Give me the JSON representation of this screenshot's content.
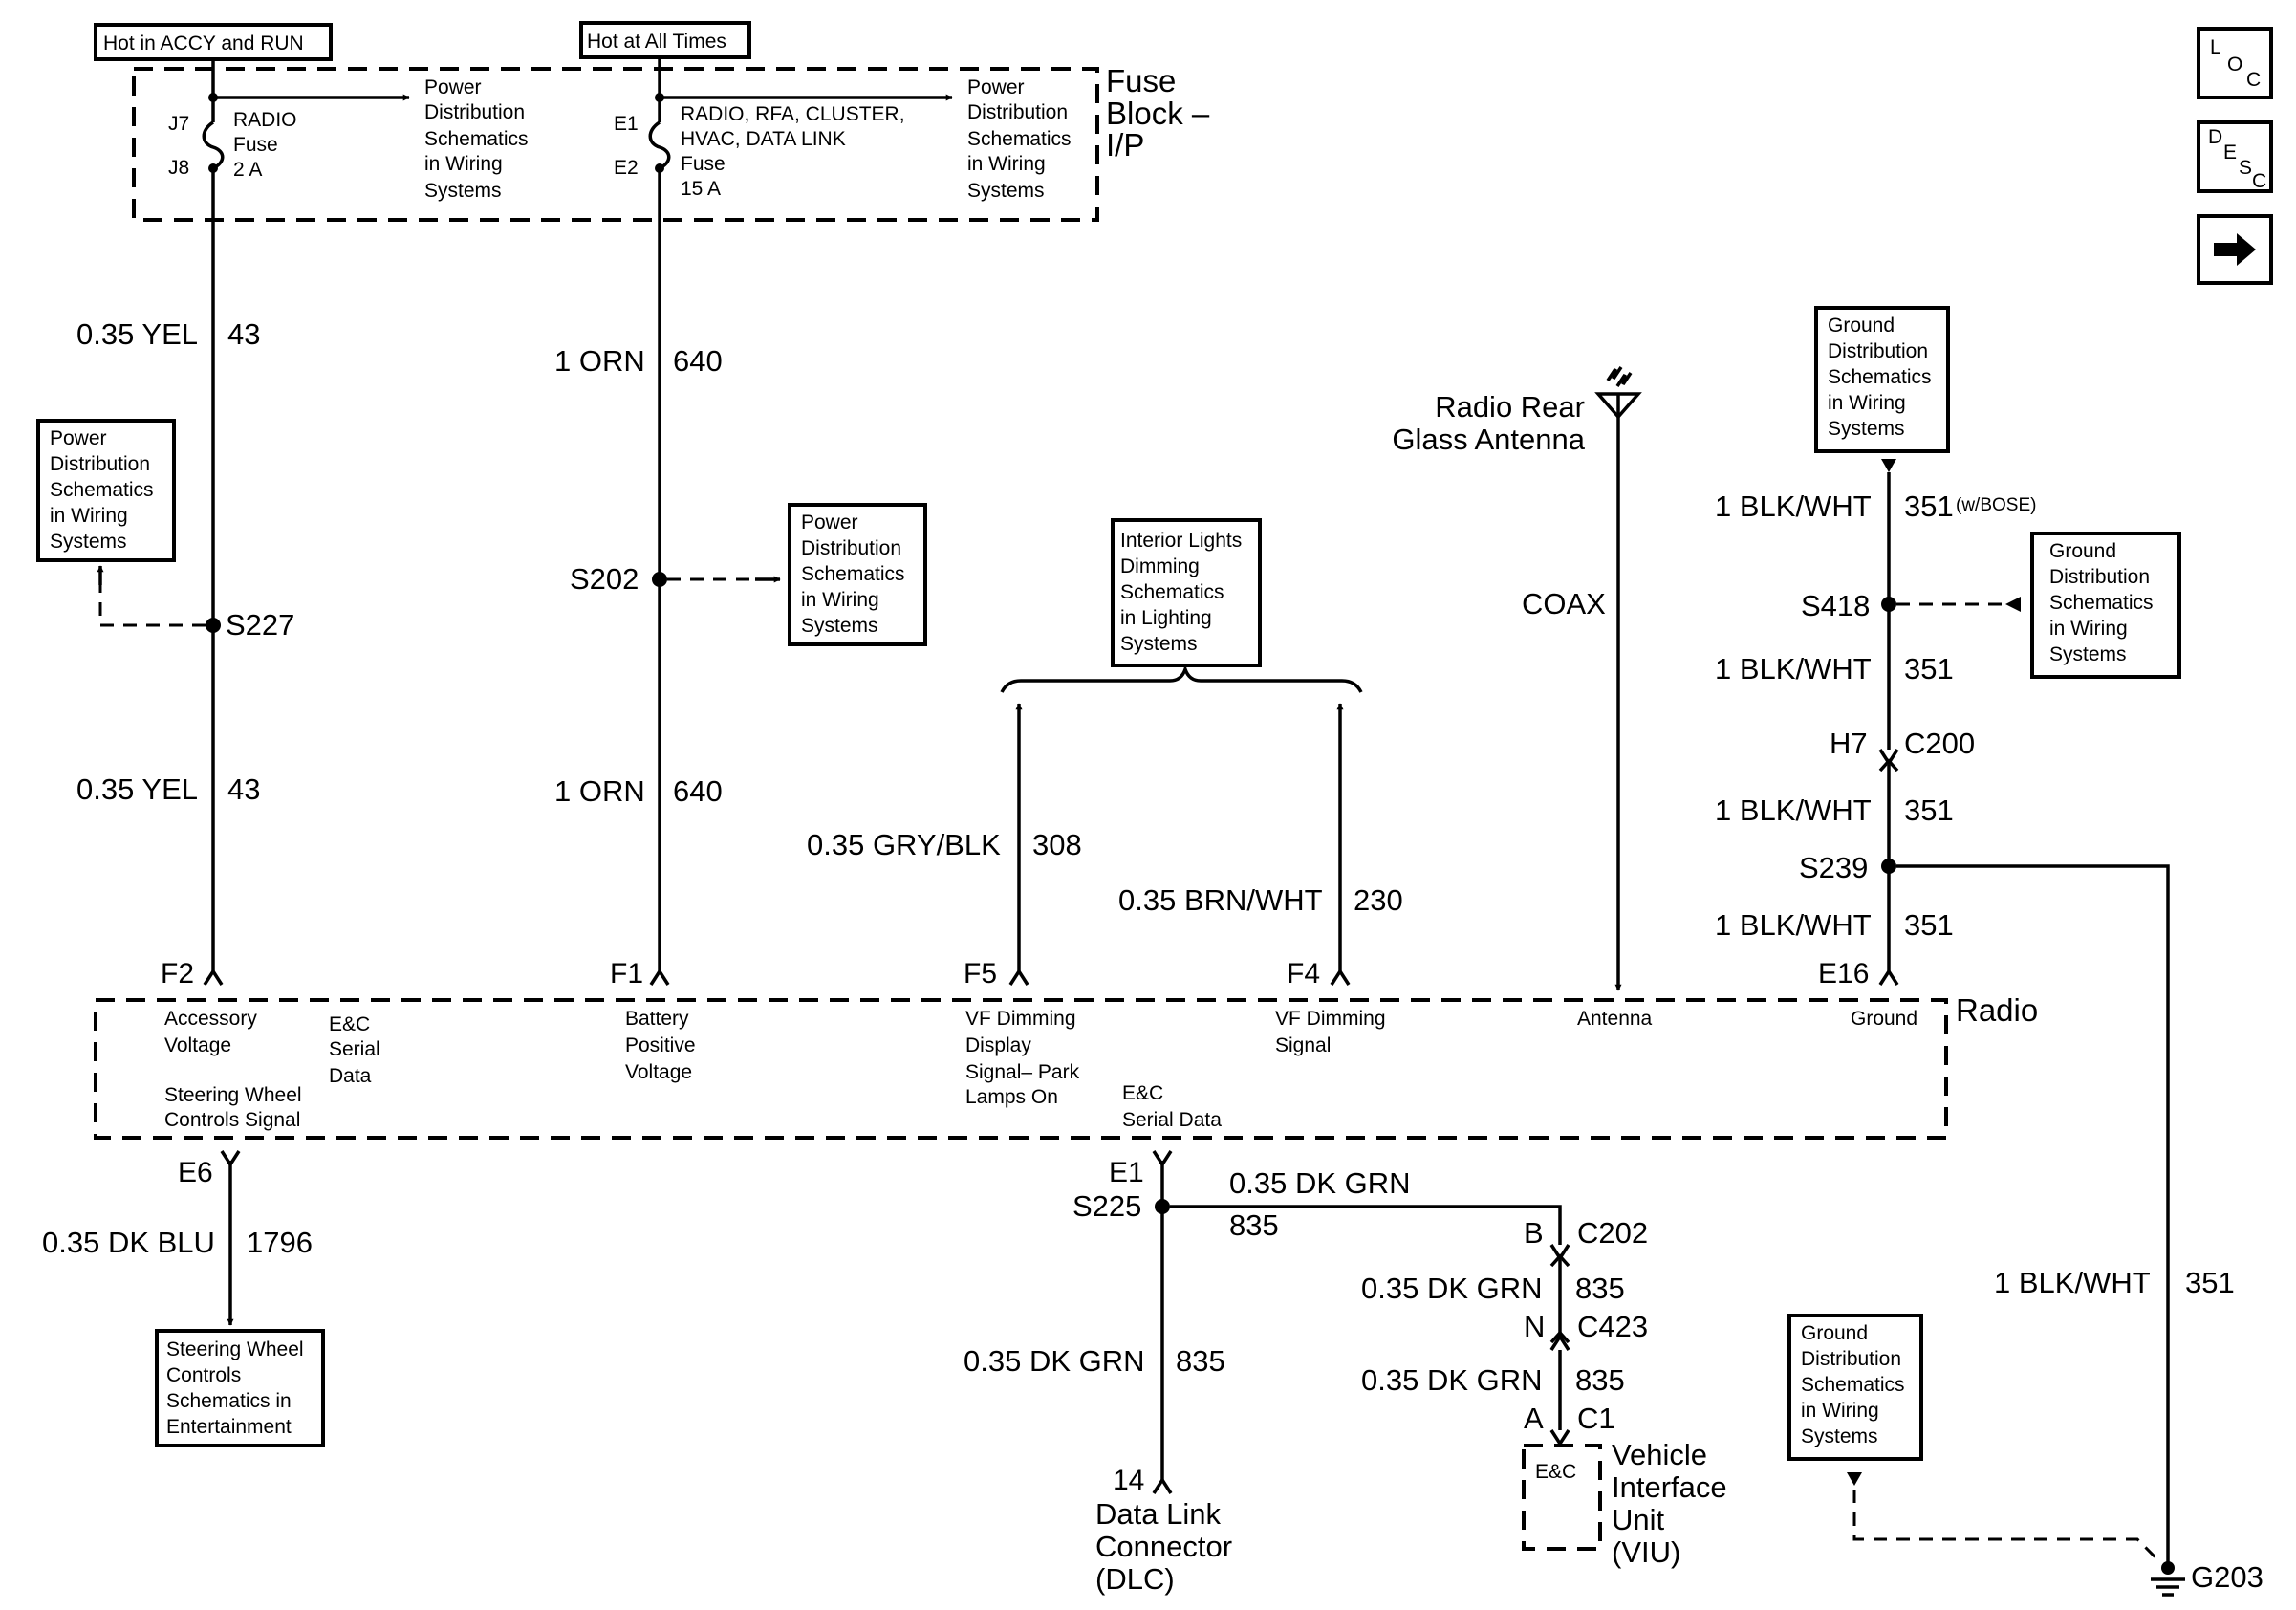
{
  "supply": {
    "accy_run": "Hot in ACCY and RUN",
    "all_times": "Hot at All Times"
  },
  "fuse_block": {
    "name_lines": [
      "Fuse",
      "Block –",
      "I/P"
    ],
    "radio_fuse": {
      "pin_top": "J7",
      "pin_bottom": "J8",
      "lines": [
        "RADIO",
        "Fuse",
        "2 A"
      ]
    },
    "main_fuse": {
      "pin_top": "E1",
      "pin_bottom": "E2",
      "lines": [
        "RADIO, RFA, CLUSTER,",
        "HVAC, DATA LINK",
        "Fuse",
        "15 A"
      ]
    },
    "power_ref_lines": [
      "Power",
      "Distribution",
      "Schematics",
      "in Wiring",
      "Systems"
    ]
  },
  "ref_boxes": {
    "power_left": [
      "Power",
      "Distribution",
      "Schematics",
      "in Wiring",
      "Systems"
    ],
    "power_s202": [
      "Power",
      "Distribution",
      "Schematics",
      "in Wiring",
      "Systems"
    ],
    "interior_lights": [
      "Interior Lights",
      "Dimming",
      "Schematics",
      "in Lighting",
      "Systems"
    ],
    "ground_top": [
      "Ground",
      "Distribution",
      "Schematics",
      "in Wiring",
      "Systems"
    ],
    "ground_s418": [
      "Ground",
      "Distribution",
      "Schematics",
      "in Wiring",
      "Systems"
    ],
    "ground_bottom": [
      "Ground",
      "Distribution",
      "Schematics",
      "in Wiring",
      "Systems"
    ],
    "steering": [
      "Steering Wheel",
      "Controls",
      "Schematics in",
      "Entertainment"
    ]
  },
  "wires": {
    "yel_a": {
      "color": "0.35 YEL",
      "circuit": "43"
    },
    "yel_b": {
      "color": "0.35 YEL",
      "circuit": "43"
    },
    "orn_a": {
      "color": "1 ORN",
      "circuit": "640"
    },
    "orn_b": {
      "color": "1 ORN",
      "circuit": "640"
    },
    "gry": {
      "color": "0.35 GRY/BLK",
      "circuit": "308"
    },
    "brn": {
      "color": "0.35 BRN/WHT",
      "circuit": "230"
    },
    "coax": "COAX",
    "blk_1": {
      "color": "1 BLK/WHT",
      "circuit": "351",
      "note": "(w/BOSE)"
    },
    "blk_2": {
      "color": "1 BLK/WHT",
      "circuit": "351"
    },
    "blk_3": {
      "color": "1 BLK/WHT",
      "circuit": "351"
    },
    "blk_4": {
      "color": "1 BLK/WHT",
      "circuit": "351"
    },
    "blk_g203": {
      "color": "1 BLK/WHT",
      "circuit": "351"
    },
    "blu": {
      "color": "0.35 DK BLU",
      "circuit": "1796"
    },
    "grn_top": {
      "color": "0.35 DK GRN",
      "circuit": "835"
    },
    "grn_dlc": {
      "color": "0.35 DK GRN",
      "circuit": "835"
    },
    "grn_c202": {
      "color": "0.35 DK GRN",
      "circuit": "835"
    },
    "grn_c423": {
      "color": "0.35 DK GRN",
      "circuit": "835"
    }
  },
  "splices": {
    "s227": "S227",
    "s202": "S202",
    "s418": "S418",
    "s239": "S239",
    "s225": "S225"
  },
  "connectors": {
    "h7": "H7",
    "c200": "C200",
    "b": "B",
    "c202": "C202",
    "n": "N",
    "c423": "C423",
    "a": "A",
    "c1": "C1"
  },
  "radio": {
    "name": "Radio",
    "pins": {
      "f2": "F2",
      "f1": "F1",
      "f5": "F5",
      "f4": "F4",
      "e16": "E16",
      "e6": "E6",
      "e1": "E1"
    },
    "accessory": [
      "Accessory",
      "Voltage"
    ],
    "ec_serial_left": [
      "E&C",
      "Serial",
      "Data"
    ],
    "steering_signal": [
      "Steering Wheel",
      "Controls Signal"
    ],
    "battery": [
      "Battery",
      "Positive",
      "Voltage"
    ],
    "vf_display": [
      "VF Dimming",
      "Display",
      "Signal– Park",
      "Lamps On"
    ],
    "ec_serial_mid": [
      "E&C",
      "Serial Data"
    ],
    "vf_signal": [
      "VF Dimming",
      "Signal"
    ],
    "antenna": "Antenna",
    "ground": "Ground"
  },
  "antenna": {
    "lines": [
      "Radio Rear",
      "Glass Antenna"
    ]
  },
  "dlc": {
    "pin": "14",
    "lines": [
      "Data Link",
      "Connector",
      "(DLC)"
    ]
  },
  "viu": {
    "tag": "E&C",
    "lines": [
      "Vehicle",
      "Interface",
      "Unit",
      "(VIU)"
    ]
  },
  "ground_point": "G203",
  "nav": {
    "loc": [
      "L",
      "O",
      "C"
    ],
    "desc": [
      "D",
      "E",
      "S",
      "C"
    ]
  }
}
